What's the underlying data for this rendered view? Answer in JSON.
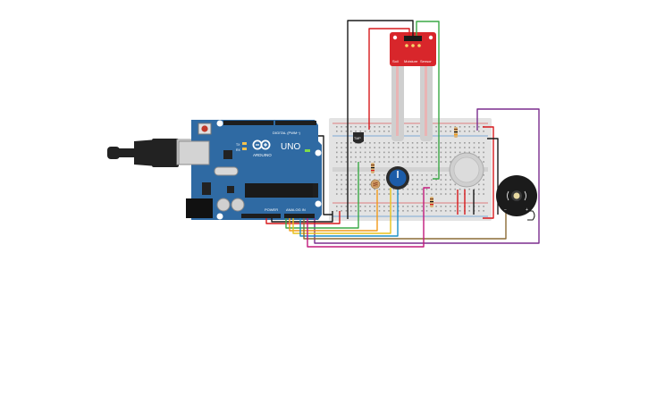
{
  "canvas": {
    "background": "#ffffff"
  },
  "arduino": {
    "model_label": "UNO",
    "brand_label": "ARDUINO",
    "digital_label": "DIGITAL (PWM~)",
    "power_label": "POWER",
    "analog_label": "ANALOG IN",
    "tx_label": "TX",
    "rx_label": "RX",
    "board_color": "#2f6aa3",
    "header_color": "#1e1e1e"
  },
  "usb_cable": {
    "color": "#222222"
  },
  "breadboard": {
    "color": "#e3e3e3",
    "hole_color": "#9a9a9a"
  },
  "soil_sensor": {
    "label_left": "Soil",
    "label_mid": "Moisture",
    "label_right": "Sensor",
    "board_color": "#d8262b",
    "probe_color": "#cfcfcf"
  },
  "temp_sensor": {
    "label": "TMP"
  },
  "buzzer": {
    "body_color": "#1b1b1b",
    "minus_label": "−",
    "plus_label": "+"
  },
  "gas_sensor": {
    "color": "#cfcfcf"
  },
  "potentiometer": {
    "color": "#1c5ca8"
  },
  "wire_colors": {
    "black": "#1a1a1a",
    "red": "#d7191c",
    "green": "#39a845",
    "purple": "#7b2d8e",
    "orange": "#f29a1b",
    "yellow": "#e8c21a",
    "brown": "#8c6b36",
    "blue": "#1b8fc7",
    "magenta": "#c21a7c"
  }
}
